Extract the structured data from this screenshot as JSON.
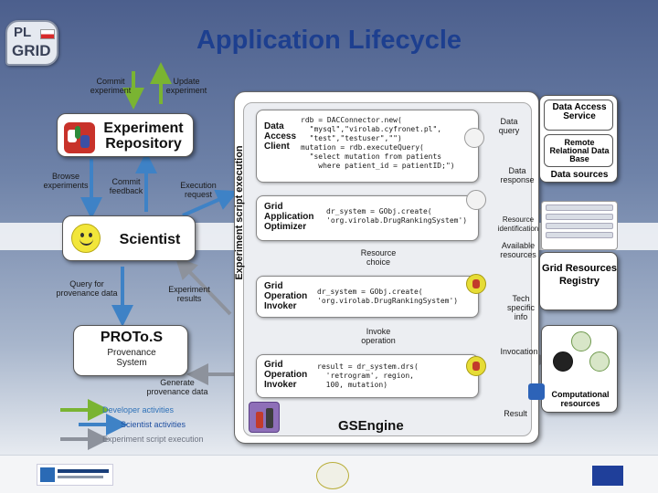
{
  "title": "Application Lifecycle",
  "logo": {
    "line1": "PL",
    "line2": "GRID"
  },
  "left_column": {
    "experiment_repository": "Experiment Repository",
    "scientist": "Scientist",
    "protos_title": "PROTo.S",
    "protos_subtitle": "Provenance System"
  },
  "flow_labels": {
    "commit_experiment": "Commit experiment",
    "update_experiment": "Update experiment",
    "browse_experiments": "Browse experiments",
    "commit_feedback": "Commit feedback",
    "execution_request": "Execution request",
    "query_provenance": "Query for provenance data",
    "experiment_results": "Experiment results",
    "generate_provenance": "Generate provenance data",
    "resource_choice": "Resource choice",
    "invoke_operation": "Invoke operation",
    "data_query": "Data query",
    "data_response": "Data response",
    "resource_identification": "Resource identification",
    "available_resources": "Available resources",
    "tech_specific_info": "Tech specific info",
    "invocation": "Invocation",
    "result": "Result"
  },
  "engine": {
    "vertical_label": "Experiment script execution",
    "name": "GSEngine",
    "stages": [
      {
        "title": "Data Access Client",
        "code": [
          "rdb = DACConnector.new(",
          "  \"mysql\",\"virolab.cyfronet.pl\",",
          "  \"test\",\"testuser\",\"\")",
          "mutation = rdb.executeQuery(",
          "  \"select mutation from patients",
          "    where patient_id = patientID;\")"
        ]
      },
      {
        "title": "Grid Application Optimizer",
        "code": [
          "dr_system = GObj.create(",
          "'org.virolab.DrugRankingSystem')"
        ]
      },
      {
        "title": "Grid Operation Invoker",
        "code": [
          "dr_system = GObj.create(",
          "'org.virolab.DrugRankingSystem')"
        ]
      },
      {
        "title": "Grid Operation Invoker",
        "code": [
          "result = dr_system.drs(",
          "  'retrogram', region,",
          "  100, mutation)"
        ]
      }
    ]
  },
  "right_column": {
    "data_access_service": "Data Access Service",
    "remote_db": "Remote Relational Data Base",
    "data_sources": "Data sources",
    "registry": "Grid Resources Registry",
    "computational": "Computational resources"
  },
  "legend": [
    "Developer activities",
    "Scientist activities",
    "Experiment script execution"
  ],
  "colors": {
    "title": "#1d3f8f",
    "developer_arrow": "#7ab432",
    "scientist_arrow": "#3e82c6",
    "execution_arrow": "#8d929c",
    "background_top": "#4c5f8d"
  }
}
